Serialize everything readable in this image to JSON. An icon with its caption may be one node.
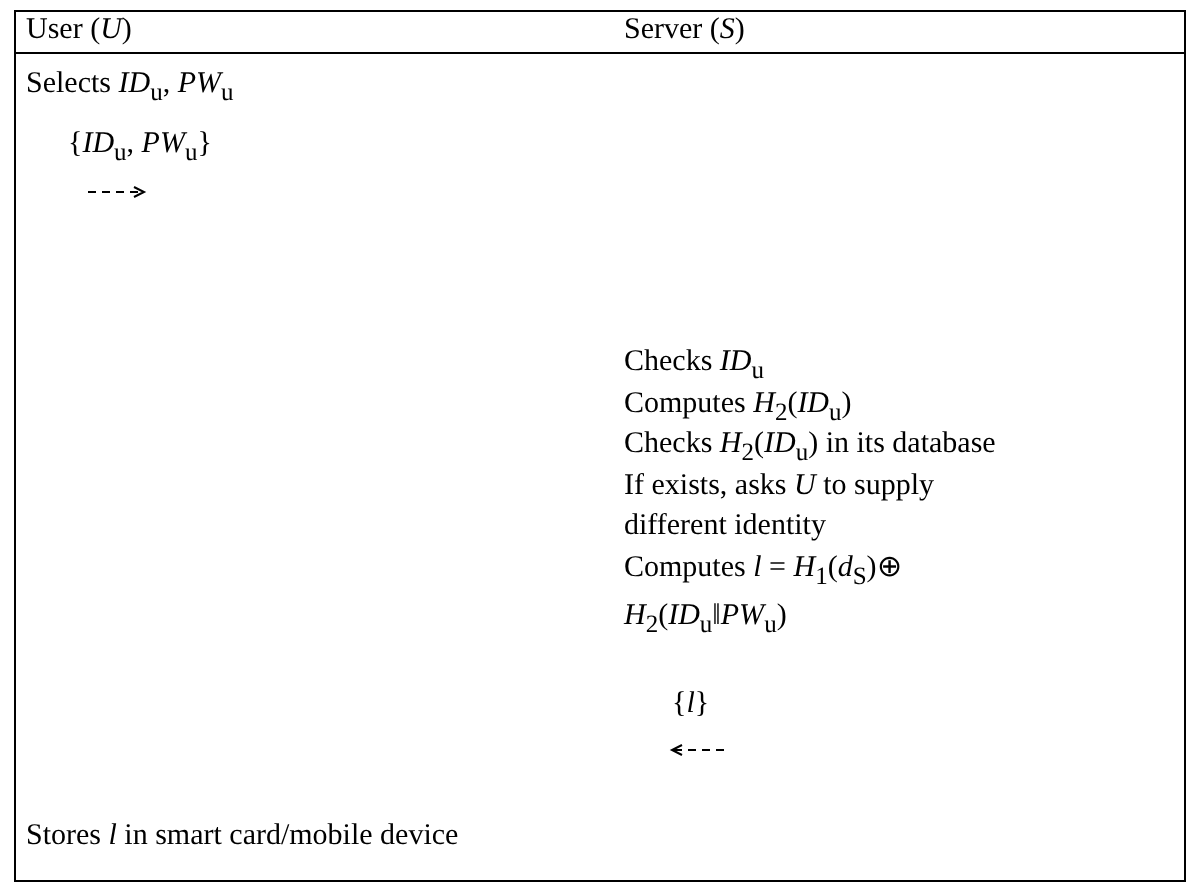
{
  "diagram": {
    "labels": [
      "User (*U*)",
      "Server (*S*)",
      "Selects *ID*$_{u}$, *PW*$_{u}$",
      "{*ID*$_{u}$, *PW*$_{u}$}",
      "Checks *ID*$_{u}$",
      "Computes *H*$_{2}$(*ID*$_{u}$)",
      "Checks *H*$_{2}$(*ID*$_{u}$) in its database",
      "If exists, asks *U* to supply different identity",
      "Computes *l* = *H*$_{1}$(*d*$_{S}$)⊕ *H*$_{2}$(*ID*$_{u}$‖*PW*$_{u}$)",
      "{*l*}",
      "Stores *l* in smart card/mobile device"
    ]
  }
}
